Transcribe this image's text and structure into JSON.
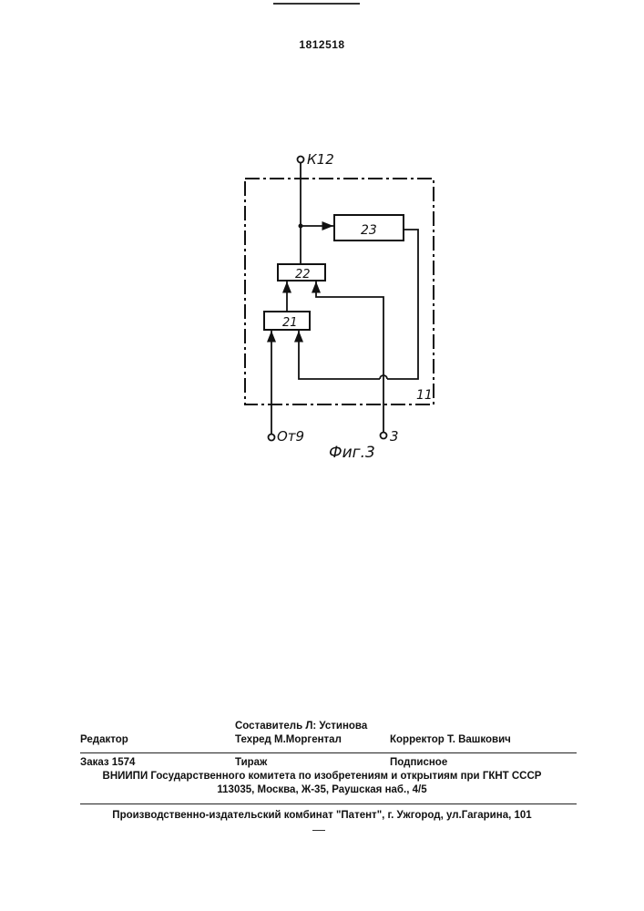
{
  "patent_number": "1812518",
  "figure": {
    "caption": "Фиг.3",
    "block_label": "11",
    "terminals": {
      "top": "К12",
      "bottom_left": "От9",
      "bottom_right": "3"
    },
    "elements": [
      "21",
      "22",
      "23"
    ]
  },
  "credits": {
    "editor_label": "Редактор",
    "compiler": "Составитель  Л: Устинова",
    "techred": "Техред М.Моргентал",
    "corrector": "Корректор Т. Вашкович"
  },
  "order": {
    "order_no": "Заказ  1574",
    "circulation": "Тираж",
    "subscription": "Подписное"
  },
  "publisher": {
    "line1": "ВНИИПИ Государственного комитета по изобретениям и открытиям при ГКНТ СССР",
    "line2": "113035, Москва, Ж-35, Раушская наб., 4/5"
  },
  "printer": "Производственно-издательский комбинат \"Патент\", г. Ужгород, ул.Гагарина, 101"
}
